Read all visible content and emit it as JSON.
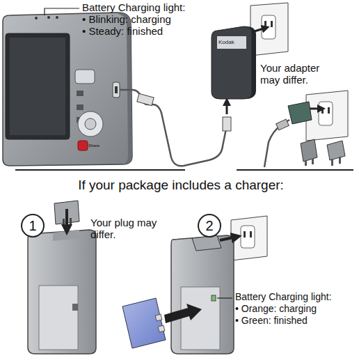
{
  "diagram": {
    "nodes": [
      {
        "text": [
          "1"
        ]
      },
      {
        "text": [
          "2"
        ]
      }
    ],
    "labels": [
      "Battery Charging light:",
      "• Blinking: charging",
      "• Steady: finished",
      "Your adapter may differ.",
      "Kodak",
      "Share",
      "If your package includes a charger:",
      "Your plug may differ.",
      "Battery Charging light:",
      "• Orange: charging",
      "• Green: finished"
    ]
  }
}
